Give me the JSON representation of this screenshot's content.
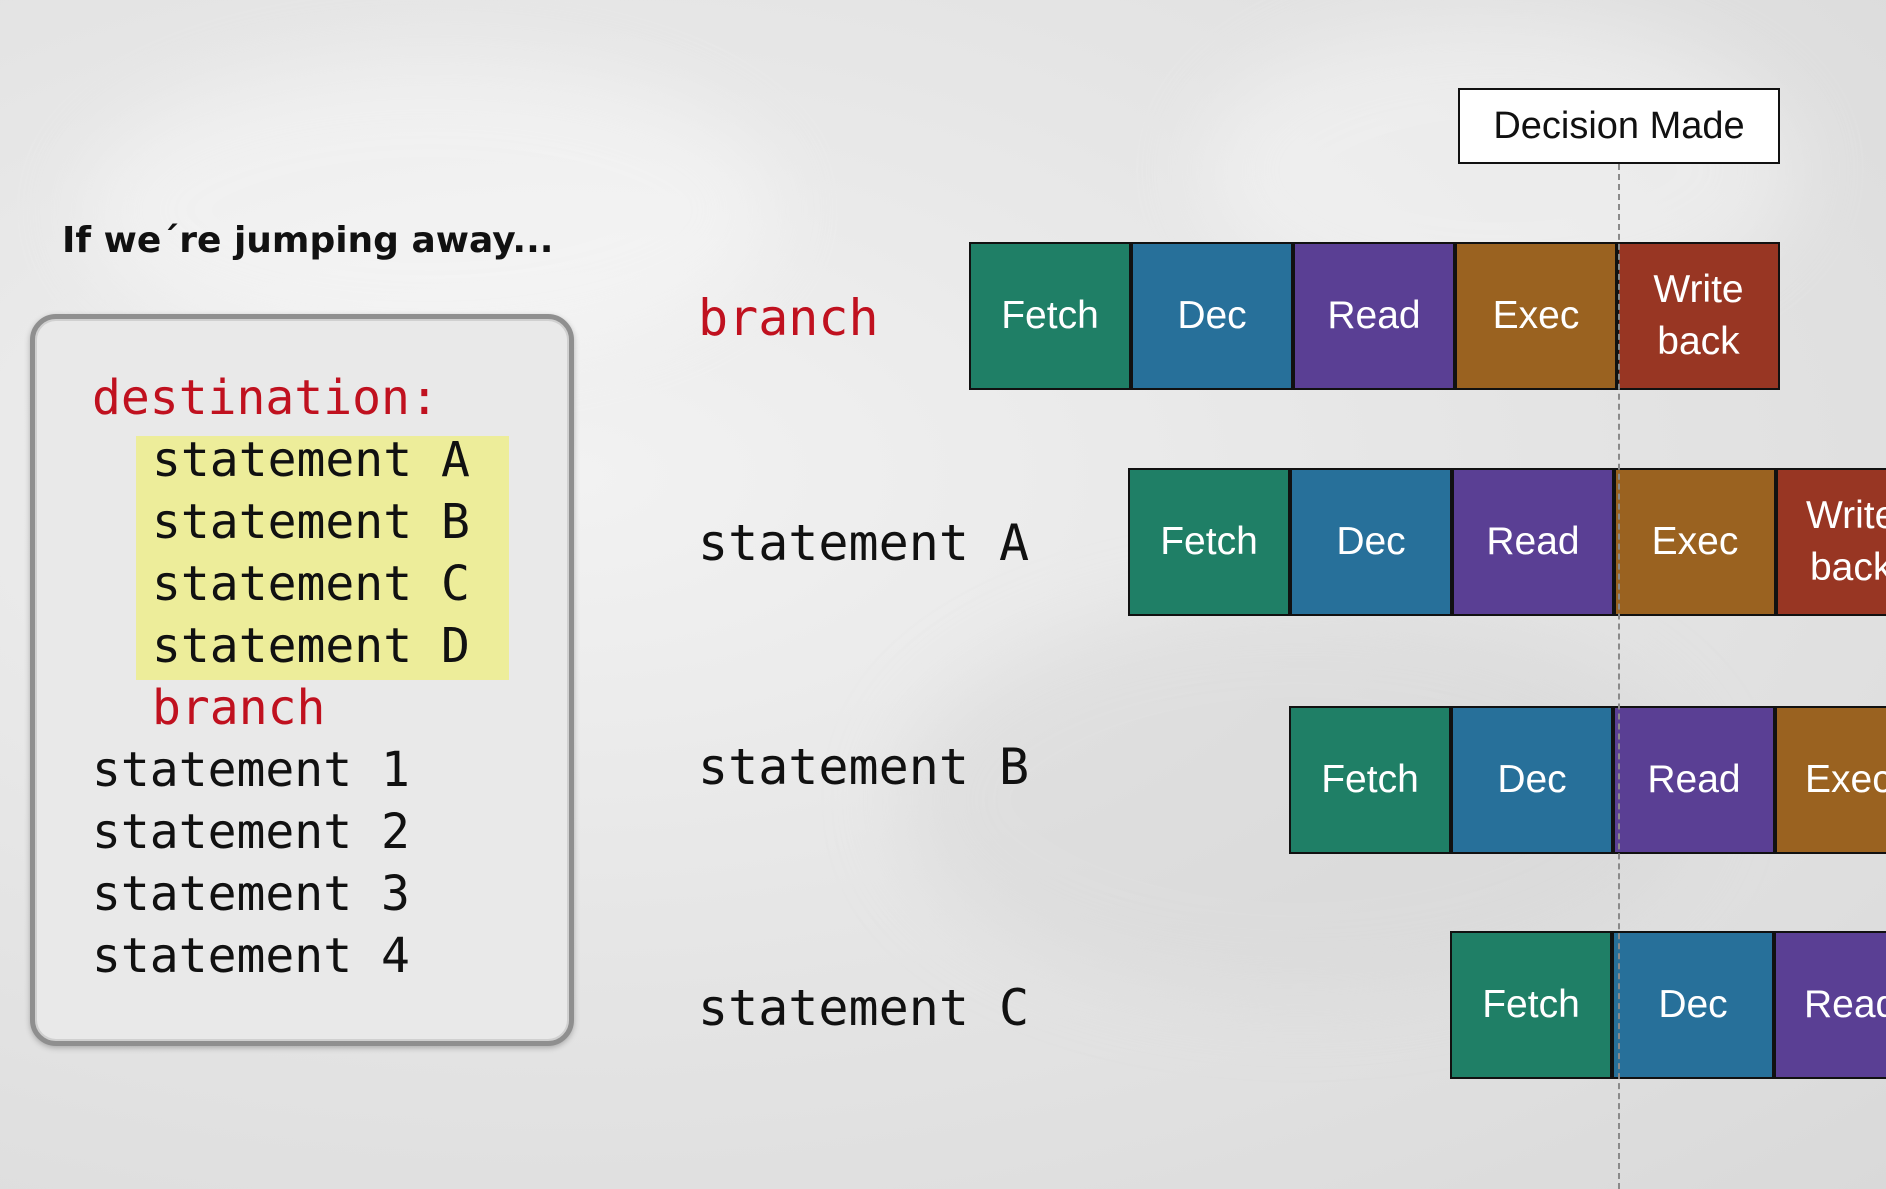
{
  "heading": "If we´re jumping away...",
  "code": {
    "destination_label": "destination:",
    "highlighted_statements": [
      "statement A",
      "statement B",
      "statement C",
      "statement D"
    ],
    "branch_label": "branch",
    "after_statements": [
      "statement 1",
      "statement 2",
      "statement 3",
      "statement 4"
    ]
  },
  "decision_label": "Decision Made",
  "pipeline": {
    "rows": [
      {
        "label": "branch",
        "stages": [
          "Fetch",
          "Dec",
          "Read",
          "Exec",
          "Write\nback"
        ]
      },
      {
        "label": "statement A",
        "stages": [
          "Fetch",
          "Dec",
          "Read",
          "Exec",
          "Write\nback"
        ]
      },
      {
        "label": "statement B",
        "stages": [
          "Fetch",
          "Dec",
          "Read",
          "Exec"
        ]
      },
      {
        "label": "statement C",
        "stages": [
          "Fetch",
          "Dec",
          "Read"
        ]
      }
    ],
    "stage_colors": {
      "Fetch": "#1f7f66",
      "Dec": "#27709a",
      "Read": "#5a3f94",
      "Exec": "#9a6220",
      "Write": "#983623"
    }
  }
}
